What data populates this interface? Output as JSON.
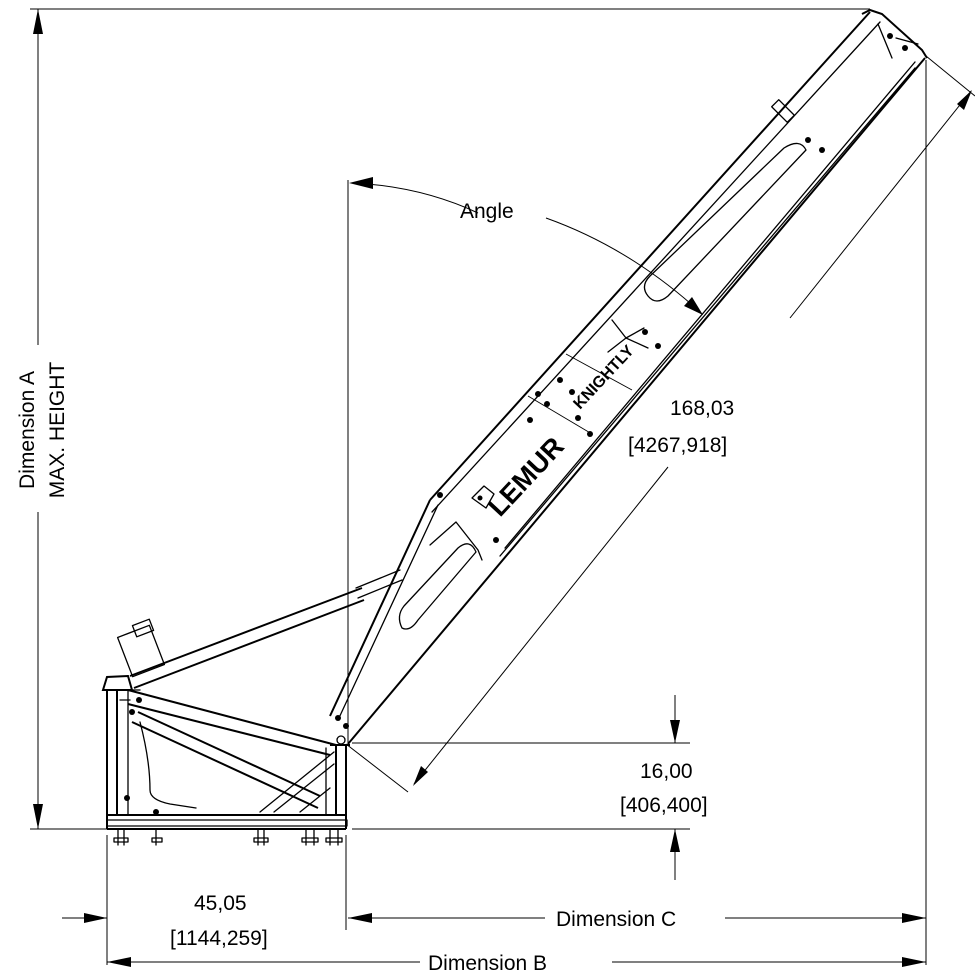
{
  "labels": {
    "angle": "Angle",
    "boom_length_in": "168,03",
    "boom_length_mm": "[4267,918]",
    "pivot_height_in": "16,00",
    "pivot_height_mm": "[406,400]",
    "base_width_in": "45,05",
    "base_width_mm": "[1144,259]",
    "dimension_a_line1": "Dimension A",
    "dimension_a_line2": "MAX. HEIGHT",
    "dimension_b": "Dimension B",
    "dimension_c": "Dimension C"
  },
  "branding": {
    "logo_text": "LEMUR",
    "secondary_text": "KNIGHTLY"
  },
  "icons": {
    "logo": "lemur-logo-icon",
    "secondary_logo": "knightly-logo-icon"
  }
}
